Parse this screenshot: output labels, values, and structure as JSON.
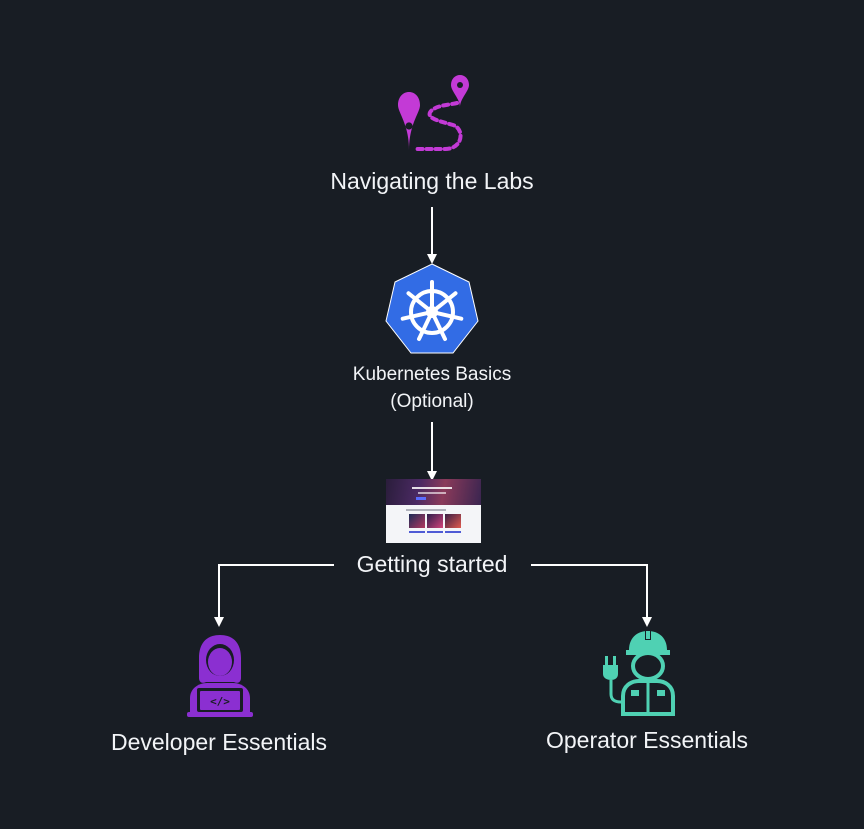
{
  "colors": {
    "background": "#181d24",
    "connector": "#ffffff",
    "navigating_icon": "#c33ad6",
    "kubernetes_blue": "#326ce5",
    "developer_icon": "#8b2fd1",
    "operator_icon": "#4fd1b3"
  },
  "nodes": {
    "navigating": {
      "label": "Navigating the Labs",
      "icon": "map-route-icon"
    },
    "kubernetes": {
      "label_line1": "Kubernetes Basics",
      "label_line2": "(Optional)",
      "icon": "kubernetes-helm-icon"
    },
    "getting_started": {
      "label": "Getting started",
      "icon": "website-screenshot-thumbnail"
    },
    "developer": {
      "label": "Developer Essentials",
      "icon": "developer-laptop-icon"
    },
    "operator": {
      "label": "Operator Essentials",
      "icon": "operator-hardhat-icon"
    }
  }
}
